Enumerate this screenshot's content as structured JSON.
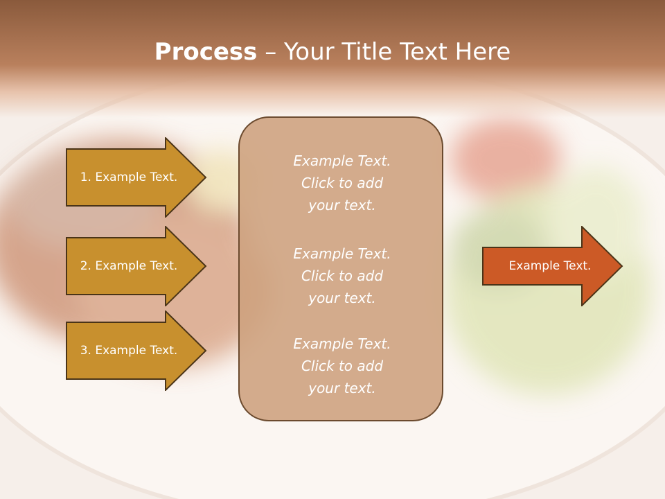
{
  "title": {
    "bold": "Process",
    "dash": " – ",
    "rest": "Your Title Text Here"
  },
  "left_arrows": [
    {
      "label": "1. Example Text."
    },
    {
      "label": "2. Example Text."
    },
    {
      "label": "3. Example Text."
    }
  ],
  "panel": {
    "blocks": [
      {
        "lines": [
          "Example Text.",
          "Click  to add",
          "your text."
        ]
      },
      {
        "lines": [
          "Example Text.",
          "Click  to add",
          "your text."
        ]
      },
      {
        "lines": [
          "Example Text.",
          "Click  to add",
          "your text."
        ]
      }
    ]
  },
  "right_arrow": {
    "label": "Example Text."
  },
  "colors": {
    "left_arrow_fill": "#c8902e",
    "right_arrow_fill": "#cc5a26",
    "arrow_stroke": "#4a3418",
    "panel_border": "#6b4a2e",
    "title_text": "#ffffff"
  }
}
